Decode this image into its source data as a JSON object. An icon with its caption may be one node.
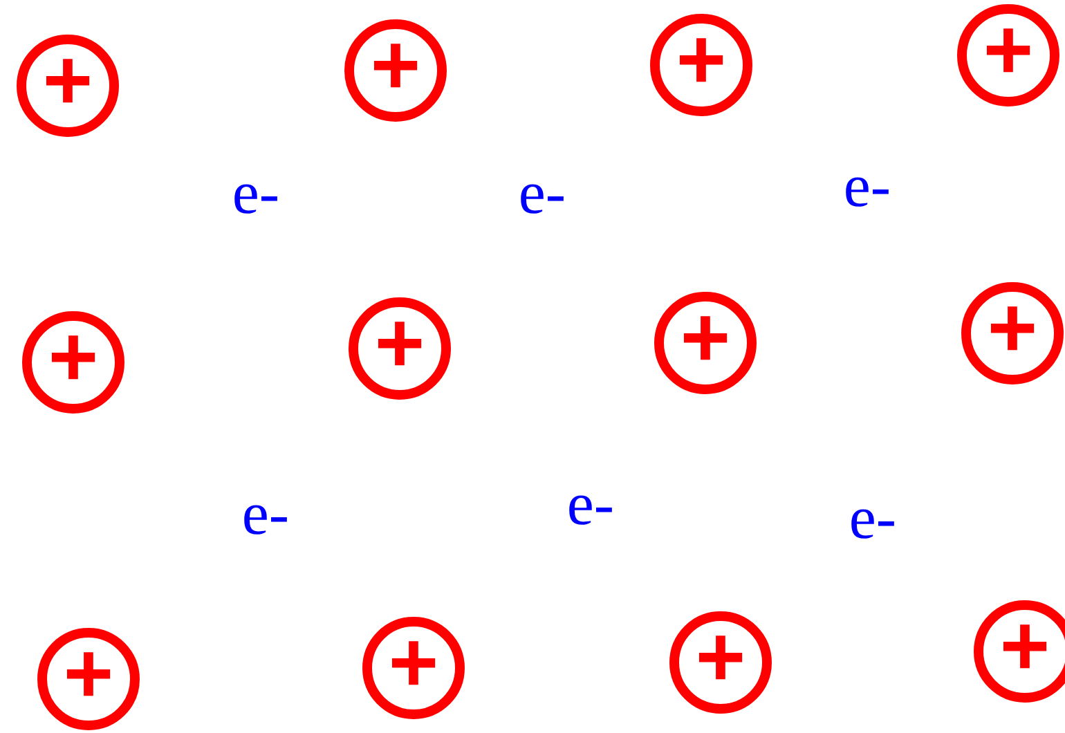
{
  "diagram": {
    "nodes": [
      {
        "text": [
          "+"
        ]
      },
      {
        "text": [
          "+"
        ]
      },
      {
        "text": [
          "+"
        ]
      },
      {
        "text": [
          "+"
        ]
      },
      {
        "text": [
          "+"
        ]
      },
      {
        "text": [
          "+"
        ]
      },
      {
        "text": [
          "+"
        ]
      },
      {
        "text": [
          "+"
        ]
      },
      {
        "text": [
          "+"
        ]
      },
      {
        "text": [
          "+"
        ]
      },
      {
        "text": [
          "+"
        ]
      },
      {
        "text": [
          "+"
        ]
      }
    ],
    "labels": [
      "e-",
      "e-",
      "e-",
      "e-",
      "e-",
      "e-"
    ]
  }
}
